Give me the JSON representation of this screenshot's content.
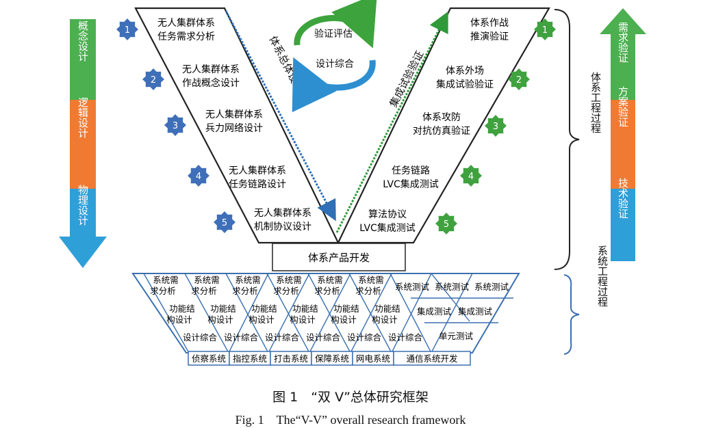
{
  "left_bar": {
    "top": "概念设计",
    "mid": "逻辑设计",
    "bot": "物理设计"
  },
  "right_bar": {
    "top": "需求验证",
    "mid": "方案验证",
    "bot": "技术验证"
  },
  "brace_upper": "体系工程过程",
  "brace_lower": "系统工程过程",
  "left_steps": [
    {
      "n": "1",
      "l1": "无人集群体系",
      "l2": "任务需求分析"
    },
    {
      "n": "2",
      "l1": "无人集群体系",
      "l2": "作战概念设计"
    },
    {
      "n": "3",
      "l1": "无人集群体系",
      "l2": "兵力网络设计"
    },
    {
      "n": "4",
      "l1": "无人集群体系",
      "l2": "任务链路设计"
    },
    {
      "n": "5",
      "l1": "无人集群体系",
      "l2": "机制协议设计"
    }
  ],
  "right_steps": [
    {
      "n": "1",
      "l1": "体系作战",
      "l2": "推演验证"
    },
    {
      "n": "2",
      "l1": "体系外场",
      "l2": "集成试验验证"
    },
    {
      "n": "3",
      "l1": "体系攻防",
      "l2": "对抗仿真验证"
    },
    {
      "n": "4",
      "l1": "任务链路",
      "l2": "LVC集成测试"
    },
    {
      "n": "5",
      "l1": "算法协议",
      "l2": "LVC集成测试"
    }
  ],
  "arrow_down_label": "体系总体设计",
  "arrow_up_label": "集成试验验证",
  "cycle": {
    "top": "验证评估",
    "bot": "设计综合"
  },
  "product_box": "体系产品开发",
  "bottom": {
    "req_l1": "系统需",
    "req_l2": "求分析",
    "func_l1": "功能结",
    "func_l2": "构设计",
    "synth": "设计综合",
    "test": "系统测试",
    "integ": "集成测试",
    "unit": "单元测试",
    "systems": [
      "侦察系统",
      "指控系统",
      "打击系统",
      "保障系统",
      "网电系统",
      "通信系统开发"
    ]
  },
  "caption": {
    "cn": "图 1　“双 V”总体研究框架",
    "en": "Fig. 1　The“V-V” overall research framework"
  }
}
